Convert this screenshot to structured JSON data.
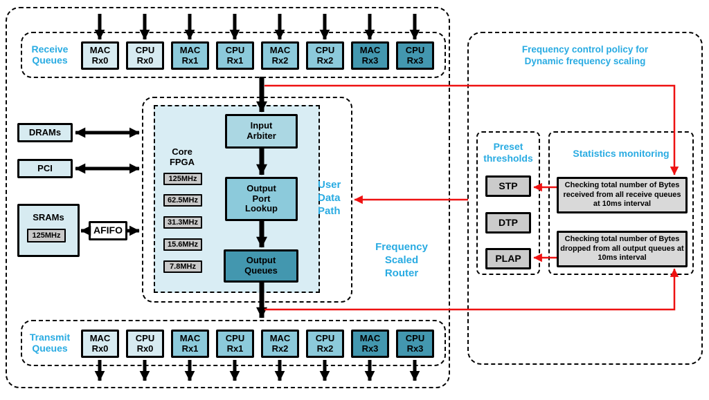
{
  "colors": {
    "accent_cyan": "#29abe2",
    "wire_red": "#ee1111",
    "wire_black": "#000000",
    "queue_light": "#d7ebf1",
    "queue_medium": "#8ccadb",
    "queue_dark": "#4397af",
    "gray_box": "#c9c9c9",
    "fpga_region_fill": "#d9edf4"
  },
  "router_label": [
    "Frequency",
    "Scaled",
    "Router"
  ],
  "receive_queues": {
    "title": [
      "Receive",
      "Queues"
    ],
    "items": [
      {
        "line1": "MAC",
        "line2": "Rx0"
      },
      {
        "line1": "CPU",
        "line2": "Rx0"
      },
      {
        "line1": "MAC",
        "line2": "Rx1"
      },
      {
        "line1": "CPU",
        "line2": "Rx1"
      },
      {
        "line1": "MAC",
        "line2": "Rx2"
      },
      {
        "line1": "CPU",
        "line2": "Rx2"
      },
      {
        "line1": "MAC",
        "line2": "Rx3"
      },
      {
        "line1": "CPU",
        "line2": "Rx3"
      }
    ]
  },
  "transmit_queues": {
    "title": [
      "Transmit",
      "Queues"
    ],
    "items": [
      {
        "line1": "MAC",
        "line2": "Rx0"
      },
      {
        "line1": "CPU",
        "line2": "Rx0"
      },
      {
        "line1": "MAC",
        "line2": "Rx1"
      },
      {
        "line1": "CPU",
        "line2": "Rx1"
      },
      {
        "line1": "MAC",
        "line2": "Rx2"
      },
      {
        "line1": "CPU",
        "line2": "Rx2"
      },
      {
        "line1": "MAC",
        "line2": "Rx3"
      },
      {
        "line1": "CPU",
        "line2": "Rx3"
      }
    ]
  },
  "memory": {
    "drams": "DRAMs",
    "pci": "PCI",
    "srams": "SRAMs",
    "sram_freq": "125MHz",
    "afifo": "AFIFO"
  },
  "user_data_path": {
    "label": [
      "User",
      "Data",
      "Path"
    ],
    "core": [
      "Core",
      "FPGA"
    ],
    "frequencies": [
      "125MHz",
      "62.5MHz",
      "31.3MHz",
      "15.6MHz",
      "7.8MHz"
    ],
    "input_arbiter": [
      "Input",
      "Arbiter"
    ],
    "output_port_lookup": [
      "Output",
      "Port",
      "Lookup"
    ],
    "output_queues": [
      "Output",
      "Queues"
    ]
  },
  "policy": {
    "title": [
      "Frequency control policy for",
      "Dynamic frequency scaling"
    ],
    "preset": {
      "title": [
        "Preset",
        "thresholds"
      ],
      "items": [
        "STP",
        "DTP",
        "PLAP"
      ]
    },
    "stats": {
      "title": "Statistics monitoring",
      "box1": "Checking total number of Bytes received from all receive queues at 10ms interval",
      "box2": "Checking total number of Bytes dropped from all output queues at 10ms interval"
    }
  }
}
